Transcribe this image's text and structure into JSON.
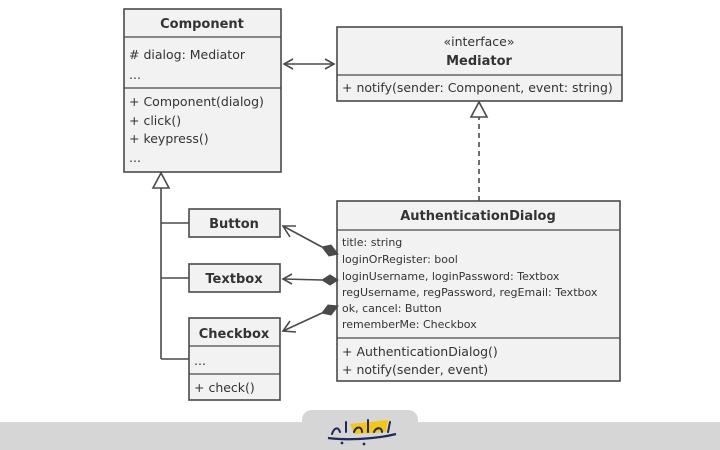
{
  "component": {
    "name": "Component",
    "fields": [
      "# dialog: Mediator",
      "..."
    ],
    "methods": [
      "+ Component(dialog)",
      "+ click()",
      "+ keypress()",
      "..."
    ]
  },
  "mediator": {
    "stereotype": "«interface»",
    "name": "Mediator",
    "methods": [
      "+ notify(sender: Component, event: string)"
    ]
  },
  "auth_dialog": {
    "name": "AuthenticationDialog",
    "fields": [
      "title: string",
      "loginOrRegister: bool",
      "loginUsername, loginPassword: Textbox",
      "regUsername, regPassword, regEmail: Textbox",
      "ok, cancel: Button",
      "rememberMe: Checkbox"
    ],
    "methods": [
      "+ AuthenticationDialog()",
      "+ notify(sender, event)"
    ]
  },
  "button": {
    "name": "Button"
  },
  "textbox": {
    "name": "Textbox"
  },
  "checkbox": {
    "name": "Checkbox",
    "fields": [
      "..."
    ],
    "methods": [
      "+ check()"
    ]
  },
  "colors": {
    "box_fill": "#f2f2f2",
    "stroke": "#4a4a4a",
    "footer": "#d6d6d6",
    "logo_yellow": "#f5c518",
    "logo_navy": "#1f2a5a"
  },
  "logo": {
    "icon": "site-logo-icon"
  }
}
